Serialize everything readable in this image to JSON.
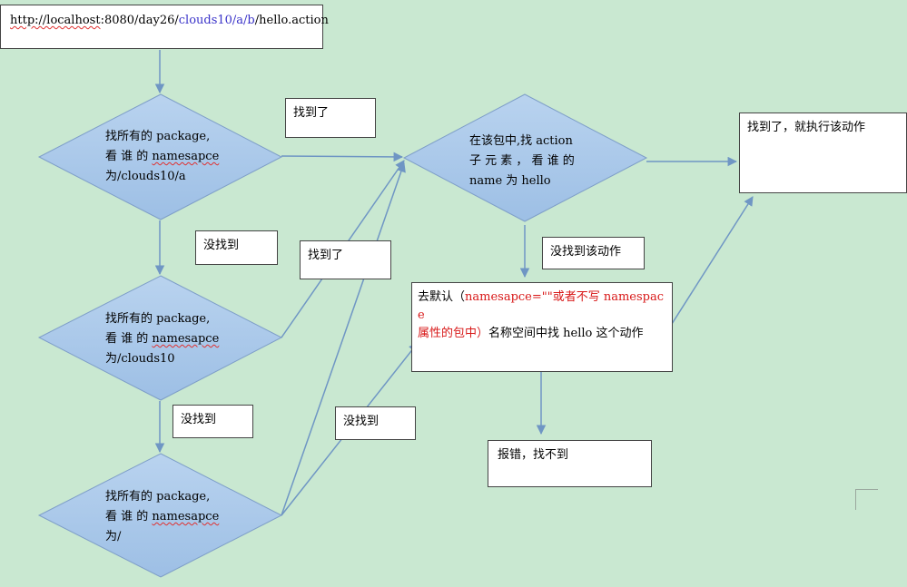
{
  "url": {
    "prefix": "http://localhost",
    "port_path": ":8080/day26/",
    "ns_part": "clouds10/a/b",
    "tail": "/hello.action"
  },
  "decision1": {
    "line1": "找所有的 package,",
    "line2_a": "看 谁 的 ",
    "line2_b": "namesapce",
    "line3": "为/clouds10/a"
  },
  "decision2": {
    "line1": "找所有的 package,",
    "line2_a": "看 谁 的 ",
    "line2_b": "namesapce",
    "line3": "为/clouds10"
  },
  "decision3": {
    "line1": "找所有的 package,",
    "line2_a": "看 谁 的 ",
    "line2_b": "namesapce",
    "line3": "为/"
  },
  "decision_action": {
    "line1": "在该包中,找 action",
    "line2": "子 元 素 ， 看 谁 的",
    "line3": "name 为 hello"
  },
  "labels": {
    "found_top": "找到了",
    "found_mid": "找到了",
    "not_found_1": "没找到",
    "not_found_2": "没找到",
    "not_found_3": "没找到",
    "not_found_action": "没找到该动作"
  },
  "execute_box": "找到了，就执行该动作",
  "default_box": {
    "part1": "去默认（",
    "part2_red": "namesapce=\"\"或者不写 namespac e",
    "part3_red": "属性的包中）",
    "part4": "名称空间中找 hello 这个动作"
  },
  "error_box": "报错，找不到",
  "colors": {
    "background": "#c9e8d1",
    "diamond_fill": "#a9c8ea",
    "diamond_stroke": "#7e9ec8",
    "arrow": "#6f96c4",
    "box_border": "#444444",
    "highlight_red": "#d81818",
    "highlight_blue": "#3a33c9"
  }
}
